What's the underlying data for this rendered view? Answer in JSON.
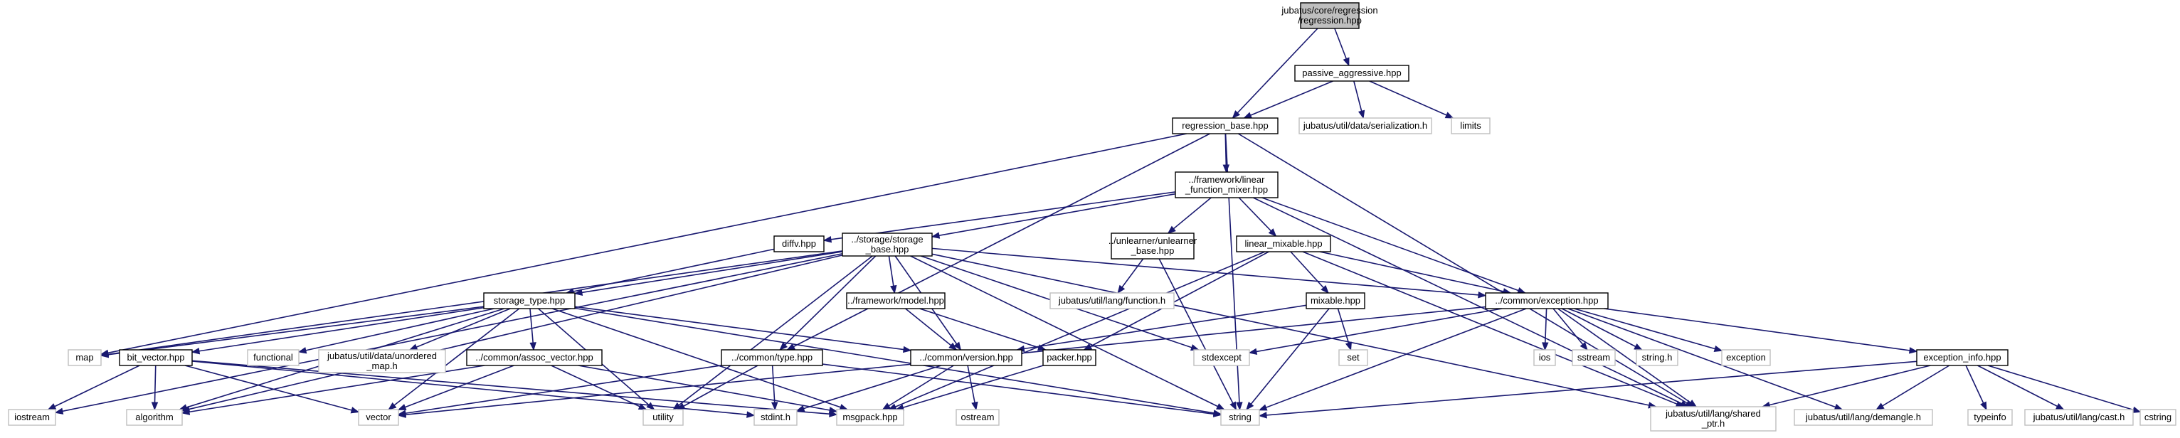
{
  "colors": {
    "edge": "#191970",
    "node_border": "#000000",
    "ext_border": "#bfbfbf",
    "root_fill": "#bfbfbf"
  },
  "nodes": [
    {
      "id": "root",
      "lines": [
        "jubatus/core/regression",
        "/regression.hpp"
      ],
      "style": "root"
    },
    {
      "id": "pa",
      "lines": [
        "passive_aggressive.hpp"
      ],
      "style": "file"
    },
    {
      "id": "rb",
      "lines": [
        "regression_base.hpp"
      ],
      "style": "file"
    },
    {
      "id": "ser",
      "lines": [
        "jubatus/util/data/serialization.h"
      ],
      "style": "ext"
    },
    {
      "id": "limits",
      "lines": [
        "limits"
      ],
      "style": "ext"
    },
    {
      "id": "lfm",
      "lines": [
        "../framework/linear",
        "_function_mixer.hpp"
      ],
      "style": "file"
    },
    {
      "id": "diffv",
      "lines": [
        "diffv.hpp"
      ],
      "style": "file"
    },
    {
      "id": "ssb",
      "lines": [
        "../storage/storage",
        "_base.hpp"
      ],
      "style": "file"
    },
    {
      "id": "unl",
      "lines": [
        "../unlearner/unlearner",
        "_base.hpp"
      ],
      "style": "file"
    },
    {
      "id": "lm",
      "lines": [
        "linear_mixable.hpp"
      ],
      "style": "file"
    },
    {
      "id": "func",
      "lines": [
        "jubatus/util/lang/function.h"
      ],
      "style": "ext"
    },
    {
      "id": "mixable",
      "lines": [
        "mixable.hpp"
      ],
      "style": "file"
    },
    {
      "id": "fm",
      "lines": [
        "../framework/model.hpp"
      ],
      "style": "file"
    },
    {
      "id": "exc",
      "lines": [
        "../common/exception.hpp"
      ],
      "style": "file"
    },
    {
      "id": "st",
      "lines": [
        "storage_type.hpp"
      ],
      "style": "file"
    },
    {
      "id": "map",
      "lines": [
        "map"
      ],
      "style": "ext"
    },
    {
      "id": "bv",
      "lines": [
        "bit_vector.hpp"
      ],
      "style": "file"
    },
    {
      "id": "functional",
      "lines": [
        "functional"
      ],
      "style": "ext"
    },
    {
      "id": "um",
      "lines": [
        "jubatus/util/data/unordered",
        "_map.h"
      ],
      "style": "ext"
    },
    {
      "id": "av",
      "lines": [
        "../common/assoc_vector.hpp"
      ],
      "style": "file"
    },
    {
      "id": "ct",
      "lines": [
        "../common/type.hpp"
      ],
      "style": "file"
    },
    {
      "id": "cv",
      "lines": [
        "../common/version.hpp"
      ],
      "style": "file"
    },
    {
      "id": "packer",
      "lines": [
        "packer.hpp"
      ],
      "style": "file"
    },
    {
      "id": "stdexcept",
      "lines": [
        "stdexcept"
      ],
      "style": "ext"
    },
    {
      "id": "set",
      "lines": [
        "set"
      ],
      "style": "ext"
    },
    {
      "id": "ios",
      "lines": [
        "ios"
      ],
      "style": "ext"
    },
    {
      "id": "sstream",
      "lines": [
        "sstream"
      ],
      "style": "ext"
    },
    {
      "id": "stringh",
      "lines": [
        "string.h"
      ],
      "style": "ext"
    },
    {
      "id": "exception",
      "lines": [
        "exception"
      ],
      "style": "ext"
    },
    {
      "id": "ei",
      "lines": [
        "exception_info.hpp"
      ],
      "style": "file"
    },
    {
      "id": "iostream",
      "lines": [
        "iostream"
      ],
      "style": "ext"
    },
    {
      "id": "algorithm",
      "lines": [
        "algorithm"
      ],
      "style": "ext"
    },
    {
      "id": "vector",
      "lines": [
        "vector"
      ],
      "style": "ext"
    },
    {
      "id": "utility",
      "lines": [
        "utility"
      ],
      "style": "ext"
    },
    {
      "id": "stdint",
      "lines": [
        "stdint.h"
      ],
      "style": "ext"
    },
    {
      "id": "msgpack",
      "lines": [
        "msgpack.hpp"
      ],
      "style": "ext"
    },
    {
      "id": "ostream",
      "lines": [
        "ostream"
      ],
      "style": "ext"
    },
    {
      "id": "string",
      "lines": [
        "string"
      ],
      "style": "ext"
    },
    {
      "id": "shared",
      "lines": [
        "jubatus/util/lang/shared",
        "_ptr.h"
      ],
      "style": "ext"
    },
    {
      "id": "demangle",
      "lines": [
        "jubatus/util/lang/demangle.h"
      ],
      "style": "ext"
    },
    {
      "id": "typeinfo",
      "lines": [
        "typeinfo"
      ],
      "style": "ext"
    },
    {
      "id": "cast",
      "lines": [
        "jubatus/util/lang/cast.h"
      ],
      "style": "ext"
    },
    {
      "id": "cstring",
      "lines": [
        "cstring"
      ],
      "style": "ext"
    }
  ],
  "edges": [
    [
      "root",
      "pa"
    ],
    [
      "root",
      "rb"
    ],
    [
      "pa",
      "rb"
    ],
    [
      "pa",
      "ser"
    ],
    [
      "pa",
      "limits"
    ],
    [
      "rb",
      "lfm"
    ],
    [
      "rb",
      "map"
    ],
    [
      "rb",
      "ct"
    ],
    [
      "rb",
      "string"
    ],
    [
      "rb",
      "shared"
    ],
    [
      "lfm",
      "diffv"
    ],
    [
      "lfm",
      "ssb"
    ],
    [
      "lfm",
      "unl"
    ],
    [
      "lfm",
      "lm"
    ],
    [
      "lfm",
      "exc"
    ],
    [
      "lfm",
      "shared"
    ],
    [
      "diffv",
      "st"
    ],
    [
      "ssb",
      "st"
    ],
    [
      "ssb",
      "iostream"
    ],
    [
      "ssb",
      "algorithm"
    ],
    [
      "ssb",
      "map"
    ],
    [
      "ssb",
      "fm"
    ],
    [
      "ssb",
      "ct"
    ],
    [
      "ssb",
      "cv"
    ],
    [
      "ssb",
      "exc"
    ],
    [
      "ssb",
      "utility"
    ],
    [
      "ssb",
      "string"
    ],
    [
      "ssb",
      "stdexcept"
    ],
    [
      "ssb",
      "shared"
    ],
    [
      "unl",
      "func"
    ],
    [
      "unl",
      "string"
    ],
    [
      "lm",
      "mixable"
    ],
    [
      "lm",
      "packer"
    ],
    [
      "lm",
      "exc"
    ],
    [
      "lm",
      "msgpack"
    ],
    [
      "lm",
      "shared"
    ],
    [
      "mixable",
      "cv"
    ],
    [
      "mixable",
      "set"
    ],
    [
      "mixable",
      "string"
    ],
    [
      "fm",
      "cv"
    ],
    [
      "fm",
      "packer"
    ],
    [
      "exc",
      "stdexcept"
    ],
    [
      "exc",
      "ios"
    ],
    [
      "exc",
      "sstream"
    ],
    [
      "exc",
      "stringh"
    ],
    [
      "exc",
      "exception"
    ],
    [
      "exc",
      "ei"
    ],
    [
      "exc",
      "string"
    ],
    [
      "exc",
      "vector"
    ],
    [
      "exc",
      "shared"
    ],
    [
      "exc",
      "demangle"
    ],
    [
      "st",
      "map"
    ],
    [
      "st",
      "bv"
    ],
    [
      "st",
      "functional"
    ],
    [
      "st",
      "um"
    ],
    [
      "st",
      "av"
    ],
    [
      "st",
      "vector"
    ],
    [
      "st",
      "utility"
    ],
    [
      "st",
      "algorithm"
    ],
    [
      "st",
      "cv"
    ],
    [
      "st",
      "string"
    ],
    [
      "st",
      "msgpack"
    ],
    [
      "bv",
      "iostream"
    ],
    [
      "bv",
      "algorithm"
    ],
    [
      "bv",
      "vector"
    ],
    [
      "bv",
      "stdint"
    ],
    [
      "bv",
      "msgpack"
    ],
    [
      "av",
      "vector"
    ],
    [
      "av",
      "algorithm"
    ],
    [
      "av",
      "utility"
    ],
    [
      "av",
      "msgpack"
    ],
    [
      "ct",
      "vector"
    ],
    [
      "ct",
      "utility"
    ],
    [
      "ct",
      "stdint"
    ],
    [
      "ct",
      "string"
    ],
    [
      "cv",
      "stdint"
    ],
    [
      "cv",
      "msgpack"
    ],
    [
      "cv",
      "ostream"
    ],
    [
      "packer",
      "msgpack"
    ],
    [
      "ei",
      "string"
    ],
    [
      "ei",
      "shared"
    ],
    [
      "ei",
      "demangle"
    ],
    [
      "ei",
      "typeinfo"
    ],
    [
      "ei",
      "cast"
    ],
    [
      "ei",
      "cstring"
    ]
  ]
}
